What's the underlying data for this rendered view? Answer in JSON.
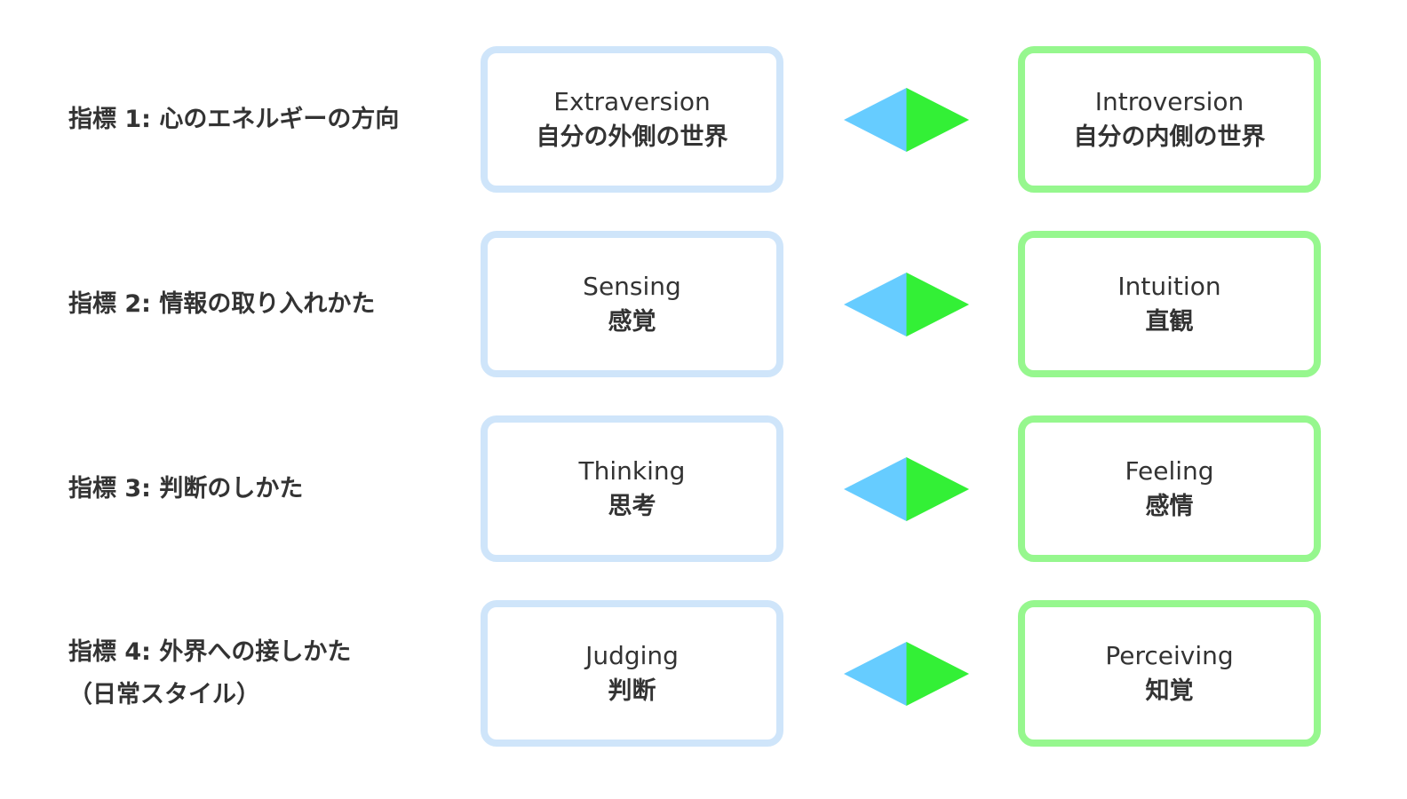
{
  "colors": {
    "left_border": "#cfe5fa",
    "right_border": "#96f78e",
    "arrow_left": "#66ccff",
    "arrow_right": "#33f036",
    "text": "#333333"
  },
  "rows": [
    {
      "label": "指標 1: 心のエネルギーの方向",
      "label_line2": "",
      "left": {
        "en": "Extraversion",
        "ja": "自分の外側の世界"
      },
      "right": {
        "en": "Introversion",
        "ja": "自分の内側の世界"
      }
    },
    {
      "label": "指標 2: 情報の取り入れかた",
      "label_line2": "",
      "left": {
        "en": "Sensing",
        "ja": "感覚"
      },
      "right": {
        "en": "Intuition",
        "ja": "直観"
      }
    },
    {
      "label": "指標 3: 判断のしかた",
      "label_line2": "",
      "left": {
        "en": "Thinking",
        "ja": "思考"
      },
      "right": {
        "en": "Feeling",
        "ja": "感情"
      }
    },
    {
      "label": "指標 4: 外界への接しかた",
      "label_line2": "（日常スタイル）",
      "left": {
        "en": "Judging",
        "ja": "判断"
      },
      "right": {
        "en": "Perceiving",
        "ja": "知覚"
      }
    }
  ]
}
